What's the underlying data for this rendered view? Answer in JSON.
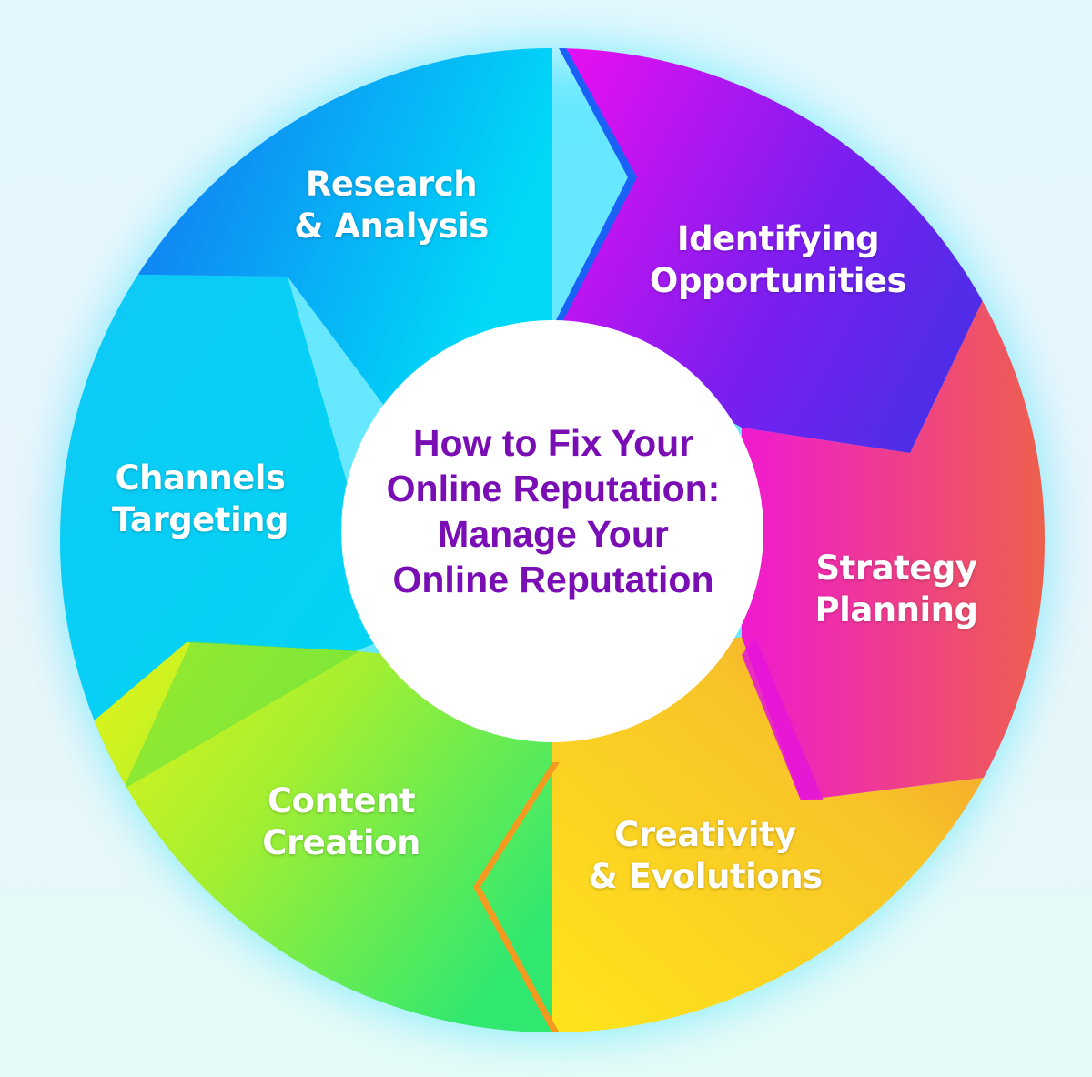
{
  "diagram": {
    "type": "cycle-wheel",
    "center_title": {
      "lines": [
        "How to Fix Your",
        "Online Reputation:",
        "Manage Your",
        "Online Reputation"
      ],
      "color": "#7a0eb5"
    },
    "segments": [
      {
        "id": "research",
        "lines": [
          "Research",
          "& Analysis"
        ],
        "colors": [
          "#1a4ff0",
          "#00d4f5"
        ]
      },
      {
        "id": "identifying",
        "lines": [
          "Identifying",
          "Opportunities"
        ],
        "colors": [
          "#e010f0",
          "#3b2fe6"
        ]
      },
      {
        "id": "strategy",
        "lines": [
          "Strategy",
          "Planning"
        ],
        "colors": [
          "#f018c8",
          "#ee6a3a"
        ]
      },
      {
        "id": "creativity",
        "lines": [
          "Creativity",
          "& Evolutions"
        ],
        "colors": [
          "#ffd21a",
          "#f29a30"
        ]
      },
      {
        "id": "content",
        "lines": [
          "Content",
          "Creation"
        ],
        "colors": [
          "#f6f312",
          "#3fe868"
        ]
      },
      {
        "id": "channels",
        "lines": [
          "Channels",
          "Targeting"
        ],
        "colors": [
          "#00d2f6",
          "#12b8f0"
        ]
      }
    ],
    "background_color": "#e2f8fd"
  }
}
